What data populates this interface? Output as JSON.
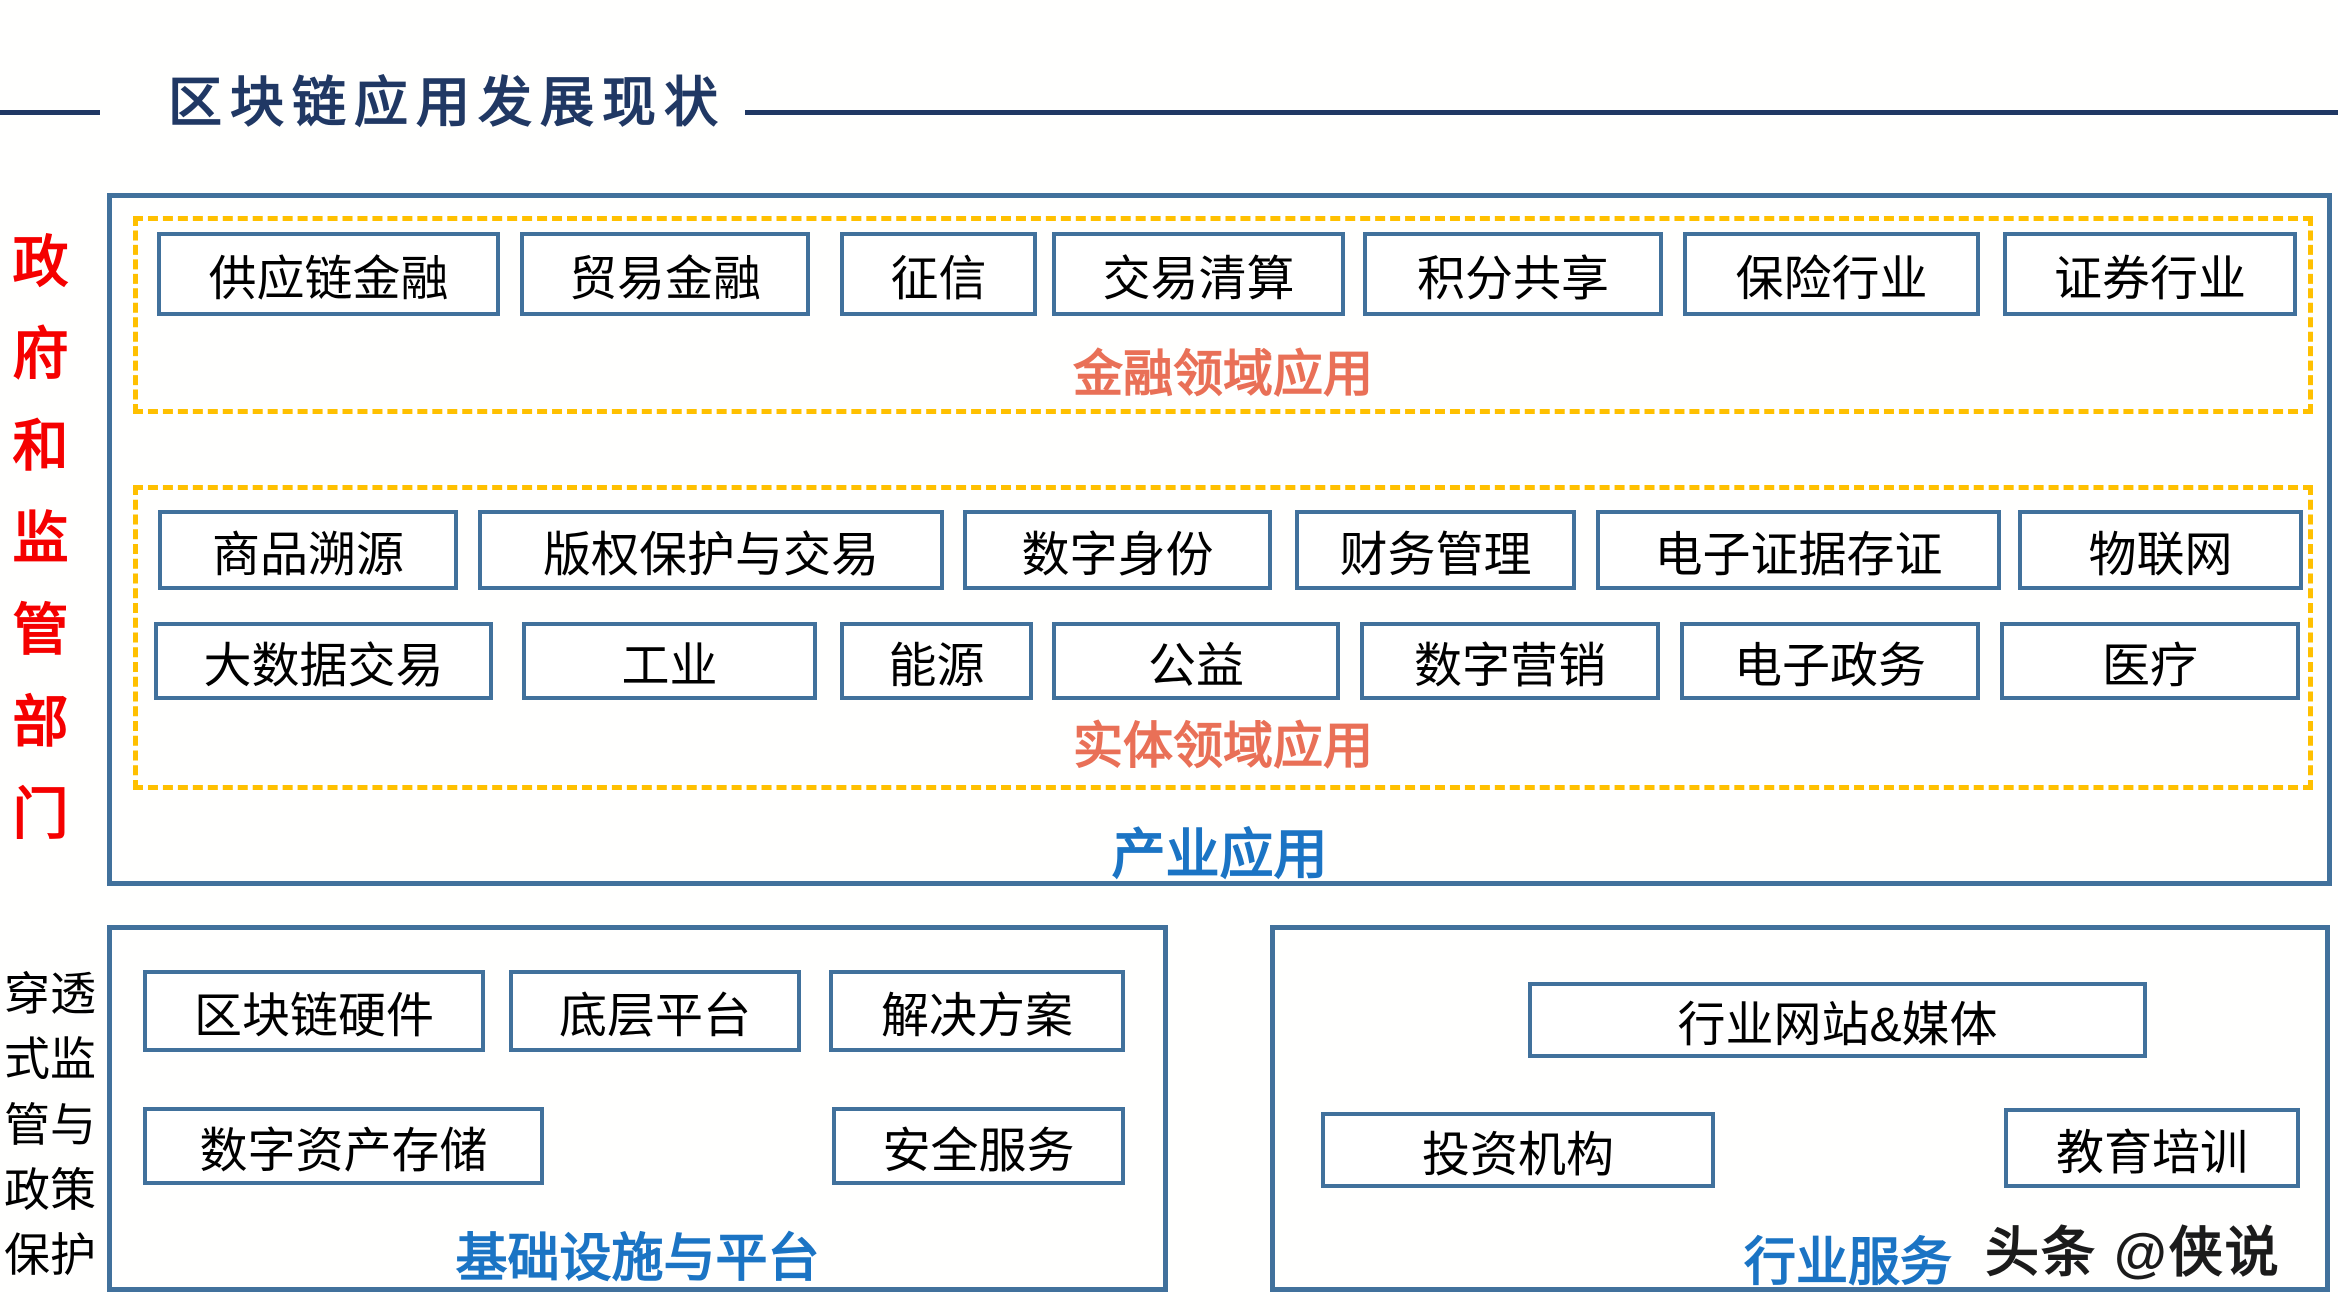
{
  "page": {
    "title": "区块链应用发展现状",
    "watermark": "头条 @侠说"
  },
  "side": {
    "government": "政府和监管部门",
    "supervision": "穿透式监管与政策保护"
  },
  "main": {
    "label": "产业应用",
    "finance": {
      "label": "金融领域应用",
      "items": [
        "供应链金融",
        "贸易金融",
        "征信",
        "交易清算",
        "积分共享",
        "保险行业",
        "证券行业"
      ]
    },
    "entity": {
      "label": "实体领域应用",
      "row1": [
        "商品溯源",
        "版权保护与交易",
        "数字身份",
        "财务管理",
        "电子证据存证",
        "物联网"
      ],
      "row2": [
        "大数据交易",
        "工业",
        "能源",
        "公益",
        "数字营销",
        "电子政务",
        "医疗"
      ]
    }
  },
  "infrastructure": {
    "label": "基础设施与平台",
    "row1": [
      "区块链硬件",
      "底层平台",
      "解决方案"
    ],
    "row2": [
      "数字资产存储",
      "安全服务"
    ]
  },
  "services": {
    "label": "行业服务",
    "row1": [
      "行业网站&媒体"
    ],
    "row2": [
      "投资机构",
      "教育培训"
    ]
  },
  "colors": {
    "title_navy": "#203864",
    "box_border_blue": "#41719C",
    "dashed_gold": "#FFC000",
    "section_label_salmon": "#E97057",
    "section_label_blue": "#1B74C4",
    "government_red": "#F50000"
  }
}
